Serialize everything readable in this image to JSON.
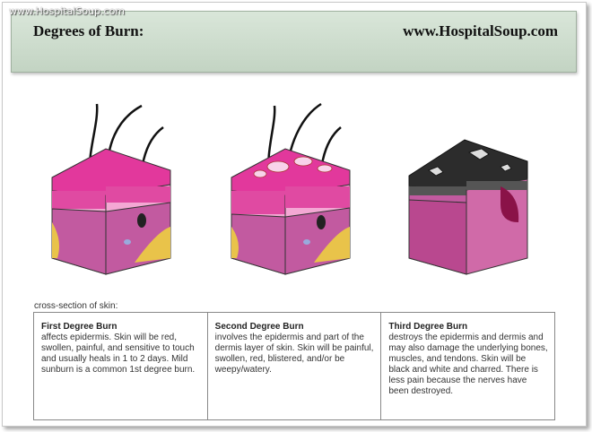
{
  "watermark": "www.HospitalSoup.com",
  "header": {
    "title": "Degrees of Burn:",
    "site": "www.HospitalSoup.com"
  },
  "caption": "cross-section of skin:",
  "burns": [
    {
      "title": "First Degree Burn",
      "description": "affects epidermis.  Skin will be red, swollen, painful, and sensitive to touch and usually heals in 1 to 2 days.   Mild sunburn is a common 1st degree burn."
    },
    {
      "title": "Second Degree Burn",
      "description": "involves the epidermis and part of the dermis layer of skin.   Skin will be painful, swollen, red, blistered, and/or be weepy/watery."
    },
    {
      "title": "Third Degree Burn",
      "description": "destroys the epidermis and dermis and may also damage the underlying bones, muscles, and tendons.  Skin will be black and white and charred.   There is less pain because the nerves have been destroyed."
    }
  ],
  "colors": {
    "header_bg": "#c9dac9",
    "skin_top": "#e2389c",
    "skin_side": "#f07ac0",
    "dermis": "#b94c93",
    "fat": "#e9c34a",
    "charred": "#2c2c2c"
  }
}
